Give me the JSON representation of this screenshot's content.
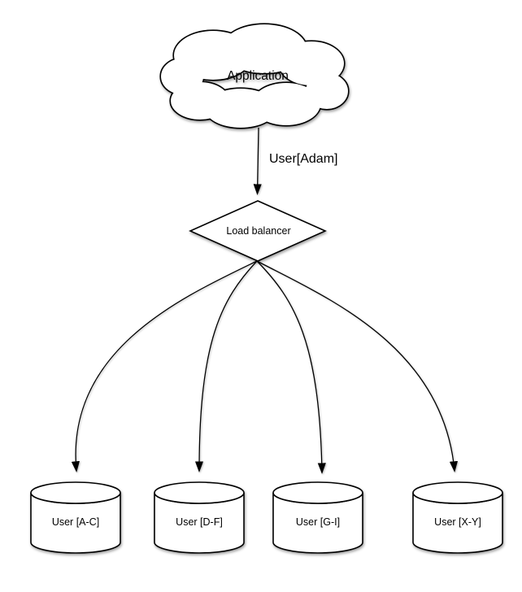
{
  "diagram": {
    "application_node": {
      "label": "Application",
      "shape": "cloud"
    },
    "request_edge": {
      "label": "User[Adam]"
    },
    "load_balancer_node": {
      "label": "Load balancer",
      "shape": "diamond"
    },
    "shard_nodes": [
      {
        "label": "User [A-C]",
        "shape": "database-cylinder"
      },
      {
        "label": "User [D-F]",
        "shape": "database-cylinder"
      },
      {
        "label": "User [G-I]",
        "shape": "database-cylinder"
      },
      {
        "label": "User [X-Y]",
        "shape": "database-cylinder"
      }
    ],
    "colors": {
      "stroke": "#000000",
      "fill": "#ffffff",
      "background": "#ffffff",
      "text": "#000000"
    }
  }
}
